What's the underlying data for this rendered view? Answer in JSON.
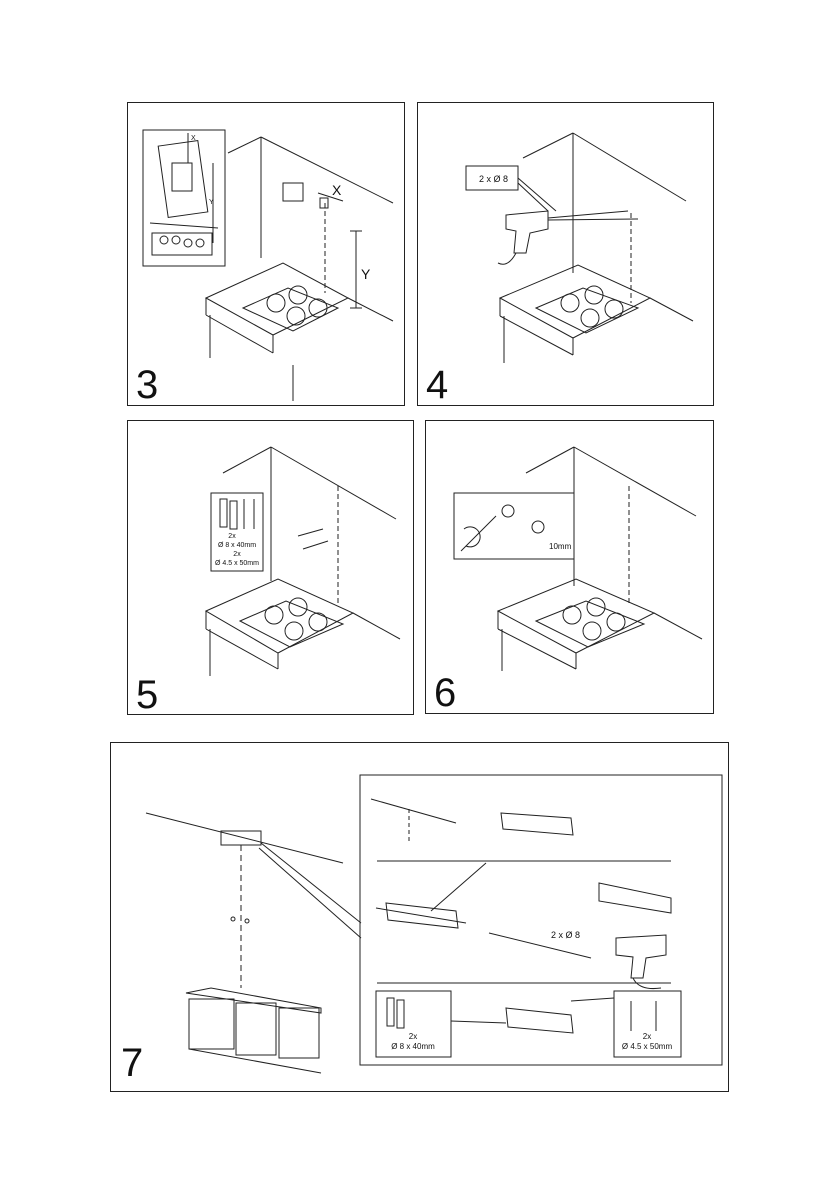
{
  "steps": [
    {
      "number": "3",
      "labels": {
        "x": "X",
        "y": "Y",
        "inset_x": "X",
        "inset_y": "Y"
      }
    },
    {
      "number": "4",
      "labels": {
        "drill": "2 x Ø 8"
      }
    },
    {
      "number": "5",
      "labels": {
        "qty_a": "2x",
        "size_a": "Ø 8 x 40mm",
        "qty_b": "2x",
        "size_b": "Ø 4.5 x 50mm"
      }
    },
    {
      "number": "6",
      "labels": {
        "gap": "10mm"
      }
    },
    {
      "number": "7",
      "labels": {
        "drill": "2 x Ø 8",
        "qty_a": "2x",
        "size_a": "Ø 8 x 40mm",
        "qty_b": "2x",
        "size_b": "Ø 4.5 x 50mm"
      }
    }
  ]
}
